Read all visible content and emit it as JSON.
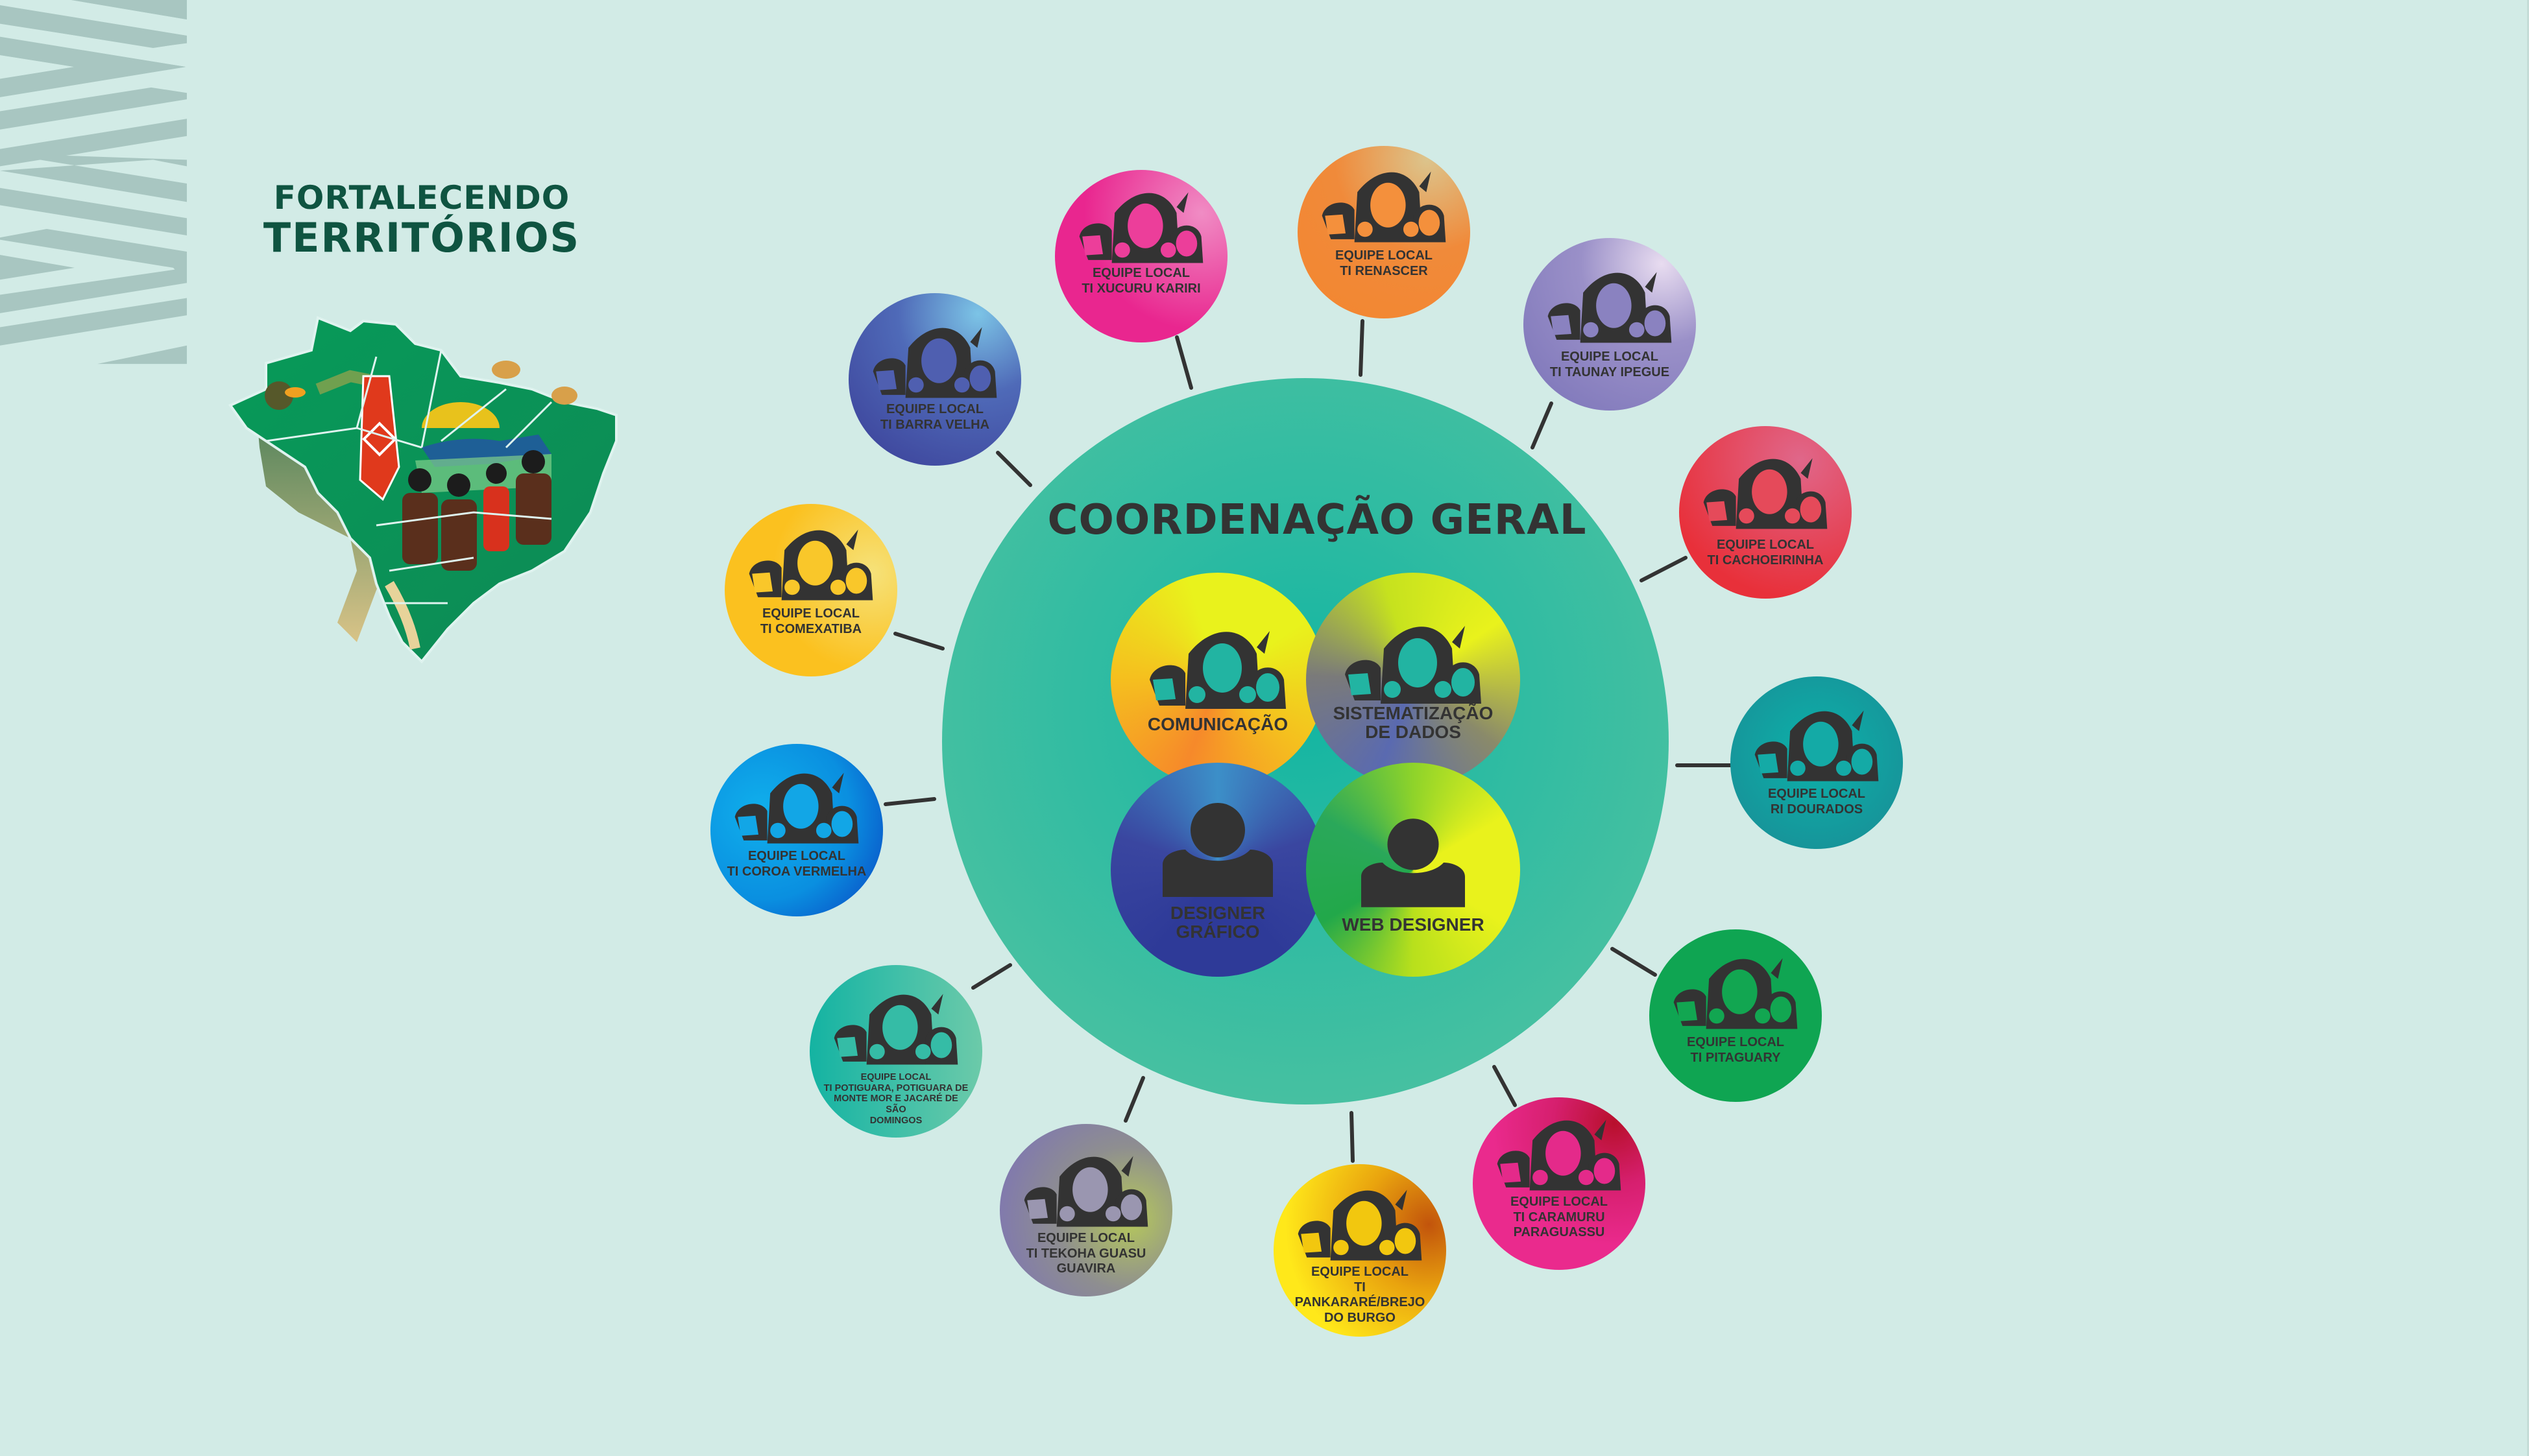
{
  "brand": {
    "line1": "FORTALECENDO",
    "line2": "TERRITÓRIOS",
    "color": "#0f5441",
    "map_icon": "brazil-map-illustration-icon"
  },
  "background": {
    "color": "#d2ebe6",
    "stripe_color": "#a8c6c1"
  },
  "center": {
    "title": "COORDENAÇÃO GERAL",
    "fill": "#3dbfa5",
    "roles": [
      {
        "label": "COMUNICAÇÃO",
        "icon": "indigenous-people-icon"
      },
      {
        "label": "SISTEMATIZAÇÃO\nDE DADOS",
        "label_line1": "SISTEMATIZAÇÃO",
        "label_line2": "DE DADOS",
        "icon": "indigenous-people-icon"
      },
      {
        "label_line1": "DESIGNER",
        "label_line2": "GRÁFICO",
        "icon": "person-icon"
      },
      {
        "label": "WEB DESIGNER",
        "icon": "person-icon"
      }
    ]
  },
  "local_teams": [
    {
      "line1": "EQUIPE LOCAL",
      "line2": "TI BARRA VELHA",
      "line3": "",
      "color_a": "#6fb6e0",
      "color_b": "#3a3d96"
    },
    {
      "line1": "EQUIPE LOCAL",
      "line2": "TI XUCURU KARIRI",
      "line3": "",
      "color_a": "#f07bbd",
      "color_b": "#e9268f"
    },
    {
      "line1": "EQUIPE LOCAL",
      "line2": "TI RENASCER",
      "line3": "",
      "color_a": "#e9c284",
      "color_b": "#f4862f"
    },
    {
      "line1": "EQUIPE LOCAL",
      "line2": "TI TAUNAY IPEGUE",
      "line3": "",
      "color_a": "#e4d6ef",
      "color_b": "#7a73b8"
    },
    {
      "line1": "EQUIPE LOCAL",
      "line2": "TI CACHOEIRINHA",
      "line3": "",
      "color_a": "#df6685",
      "color_b": "#e8303a"
    },
    {
      "line1": "EQUIPE LOCAL",
      "line2": "RI DOURADOS",
      "line3": "",
      "color_a": "#0fb0a8",
      "color_b": "#1a8a94"
    },
    {
      "line1": "EQUIPE LOCAL",
      "line2": "TI PITAGUARY",
      "line3": "",
      "color_a": "#12a651",
      "color_b": "#0d9b4a"
    },
    {
      "line1": "EQUIPE LOCAL",
      "line2": "TI CARAMURU",
      "line3": "PARAGUASSU",
      "color_a": "#b8102c",
      "color_b": "#ea2a8d"
    },
    {
      "line1": "EQUIPE LOCAL",
      "line2": "TI PANKARARÉ/BREJO",
      "line3": "DO BURGO",
      "color_a": "#c2540c",
      "color_b": "#ffe81a"
    },
    {
      "line1": "EQUIPE LOCAL",
      "line2": "TI TEKOHA GUASU",
      "line3": "GUAVIRA",
      "color_a": "#b6c95a",
      "color_b": "#7a6fbc"
    },
    {
      "line1": "EQUIPE LOCAL",
      "line2": "TI POTIGUARA, POTIGUARA DE",
      "line3": "MONTE MOR E JACARÉ DE SÃO",
      "line4": "DOMINGOS",
      "color_a": "#20b5a2",
      "color_b": "#6ccaa9"
    },
    {
      "line1": "EQUIPE LOCAL",
      "line2": "TI COROA VERMELHA",
      "line3": "",
      "color_a": "#0fb2ec",
      "color_b": "#0a3fbf"
    },
    {
      "line1": "EQUIPE LOCAL",
      "line2": "TI COMEXATIBA",
      "line3": "",
      "color_a": "#f6e27a",
      "color_b": "#fbc11f"
    }
  ]
}
